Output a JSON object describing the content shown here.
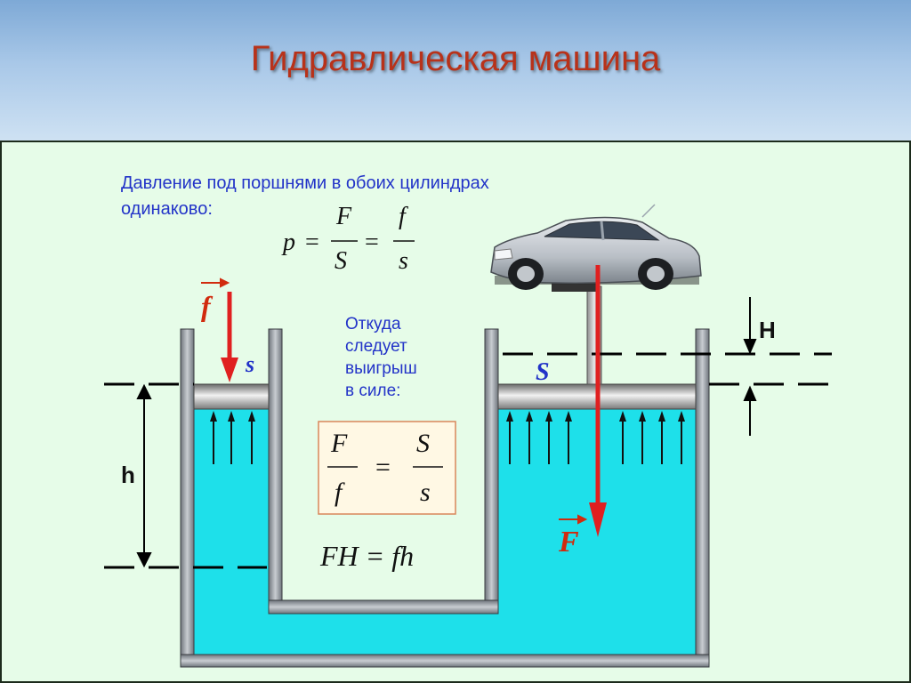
{
  "slide": {
    "title": "Гидравлическая машина",
    "intro_line1": "Давление под поршнями в обоих цилиндрах",
    "intro_line2": "одинаково:",
    "question_lines": [
      "Откуда",
      "следует",
      "выигрыш",
      "в силе:"
    ]
  },
  "formulas": {
    "pressure": {
      "p": "p",
      "eq": "=",
      "F": "F",
      "S": "S",
      "f": "f",
      "s": "s"
    },
    "ratio": {
      "F": "F",
      "f": "f",
      "eq": "=",
      "S": "S",
      "s": "s"
    },
    "work": "FH = fh"
  },
  "labels": {
    "small_force": "f",
    "small_area": "s",
    "large_area": "S",
    "large_force": "F",
    "small_height": "h",
    "large_height": "H"
  },
  "colors": {
    "fluid": "#1ee0ea",
    "vessel_wall": "#8a8f96",
    "force_arrow": "#e02020",
    "label_blue": "#2233c8",
    "label_red": "#d12b0e",
    "panel": "#e6fce8",
    "title": "#b8321a"
  }
}
